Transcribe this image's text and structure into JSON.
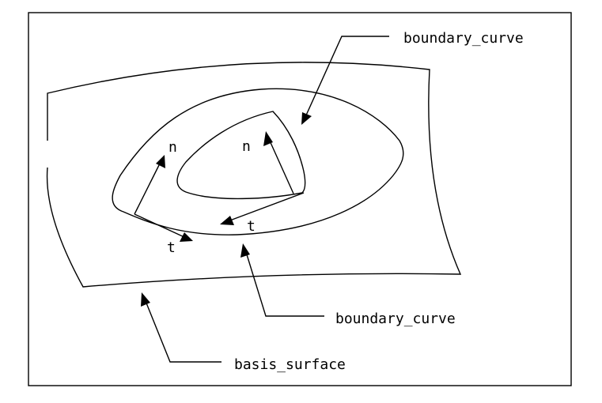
{
  "labels": {
    "boundary_curve_inner": "boundary_curve",
    "boundary_curve_outer": "boundary_curve",
    "basis_surface": "basis_surface",
    "normal_left": "n",
    "normal_right": "n",
    "tangent_left": "t",
    "tangent_right": "t"
  },
  "colors": {
    "ink": "#000000",
    "background": "#ffffff"
  }
}
